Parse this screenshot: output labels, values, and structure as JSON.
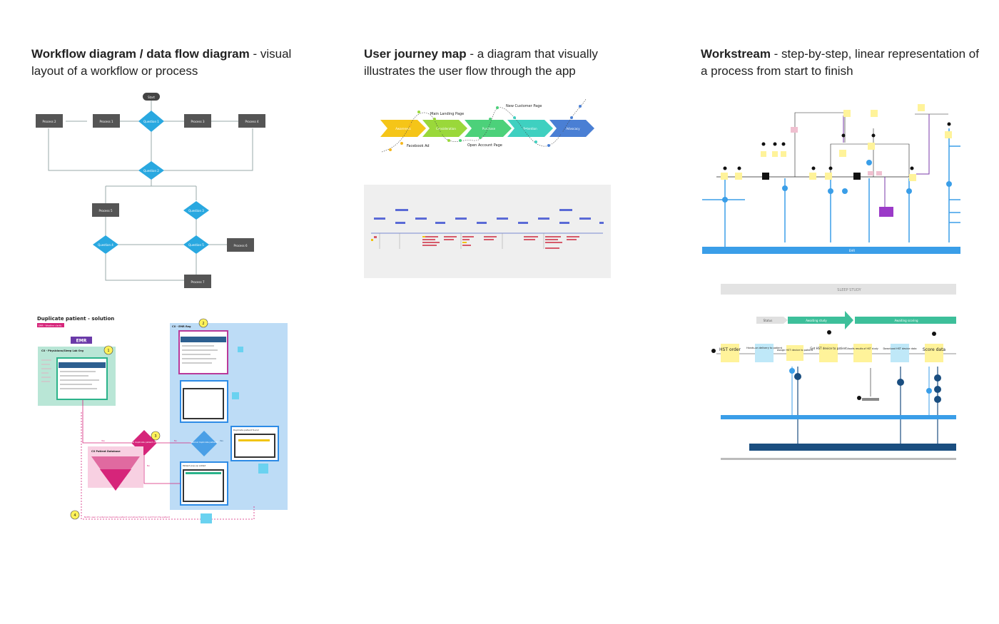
{
  "columns": {
    "workflow": {
      "title_bold": "Workflow diagram / data flow diagram",
      "title_rest": " - visual layout of a workflow or process"
    },
    "journey": {
      "title_bold": "User journey map",
      "title_rest": " - a diagram that visually illustrates the user flow through the app"
    },
    "workstream": {
      "title_bold": "Workstream",
      "title_rest": " - step-by-step, linear representation of a process from start to finish"
    }
  },
  "flowchart": {
    "start": "Start",
    "process_1": "Process 1",
    "process_2": "Process 2",
    "process_3": "Process 3",
    "process_4": "Process 4",
    "process_5": "Process 5",
    "process_6": "Process 6",
    "process_7": "Process 7",
    "question_1": "Question 1",
    "question_2": "Question 2",
    "question_3": "Question 3",
    "question_4": "Question 4",
    "question_5": "Question 5"
  },
  "duplicate": {
    "title": "Duplicate patient - solution",
    "tag": "EMR - Weather clarify",
    "emr": "EMR",
    "box1_label": "CX - Physicians/Sleep Lab Org",
    "box2_label": "CX - EMR Reg",
    "pool_label": "CX Patient Database",
    "decision_external": "External duplicate patient created?",
    "decision_internal": "Internal duplicate patient?",
    "yes": "Yes",
    "no": "No",
    "badge_1": "1",
    "badge_2": "2",
    "badge_3": "3",
    "badge_4": "4",
    "notify": "Notify user of external duplicate patient and allow them to pull from the patient",
    "dup_found": "Duplicate patient found",
    "patient_add": "Patient pop-up added"
  },
  "journey": {
    "stages": [
      "Awareness",
      "Consideration",
      "Purchase",
      "Retention",
      "Advocacy"
    ],
    "stage_colors": [
      "#f5c518",
      "#9ad83a",
      "#4cd17a",
      "#3fd0c0",
      "#4a7fd4"
    ],
    "touchpoints": [
      "Main Landing Page",
      "New Customer Page",
      "Facebook Ad",
      "Open Account Page"
    ]
  },
  "workstream": {
    "bottom_bar": "EHR",
    "study_header": "SLEEP STUDY",
    "status_label": "Status",
    "phase_1": "Awaiting study",
    "phase_2": "Awaiting scoring",
    "steps": [
      "HST order",
      "Hands-on delivery to patient",
      "Assign HST device to patient",
      "Get HST device to patient",
      "Awaits results of HST study",
      "Download HST device data",
      "Score data"
    ]
  }
}
